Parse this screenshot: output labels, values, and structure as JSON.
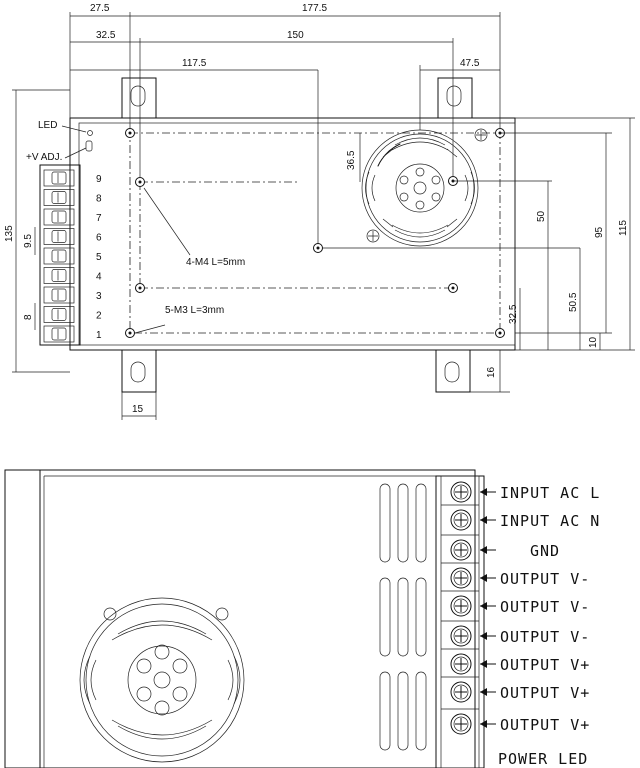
{
  "top_view": {
    "dims": {
      "d27_5": "27.5",
      "d177_5": "177.5",
      "d32_5_top": "32.5",
      "d150": "150",
      "d117_5": "117.5",
      "d47_5": "47.5",
      "d36_5": "36.5",
      "d50": "50",
      "d95": "95",
      "d115": "115",
      "d135": "135",
      "d9_5": "9.5",
      "d8": "8",
      "d32_5_right": "32.5",
      "d50_5": "50.5",
      "d10": "10",
      "d16": "16",
      "d15": "15"
    },
    "labels": {
      "led": "LED",
      "vadj": "+V ADJ.",
      "m4": "4-M4 L=5mm",
      "m3": "5-M3 L=3mm"
    },
    "terminal_numbers": [
      "9",
      "8",
      "7",
      "6",
      "5",
      "4",
      "3",
      "2",
      "1"
    ]
  },
  "side_view": {
    "terminals": [
      "INPUT AC L",
      "INPUT AC N",
      "GND",
      "OUTPUT V-",
      "OUTPUT V-",
      "OUTPUT V-",
      "OUTPUT V+",
      "OUTPUT V+",
      "OUTPUT V+"
    ],
    "power_led": "POWER LED"
  }
}
